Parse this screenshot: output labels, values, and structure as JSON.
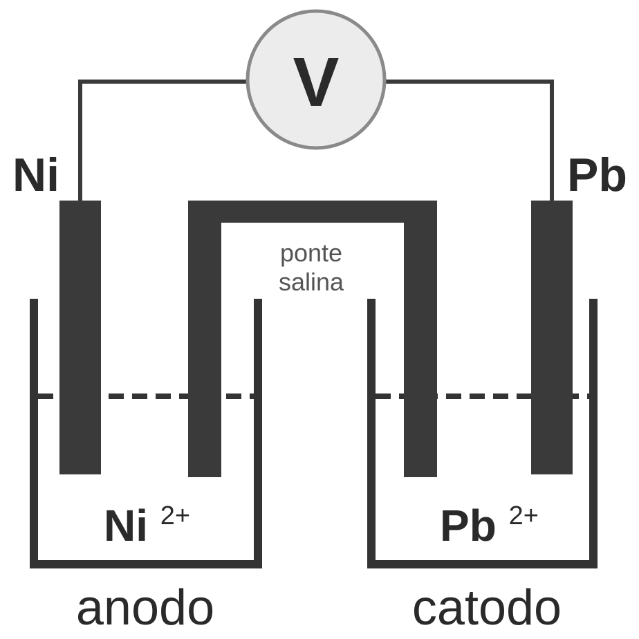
{
  "voltmeter": {
    "symbol": "V"
  },
  "electrodes": {
    "left": {
      "label": "Ni"
    },
    "right": {
      "label": "Pb"
    }
  },
  "salt_bridge": {
    "line1": "ponte",
    "line2": "salina"
  },
  "solutions": {
    "left": {
      "ion": "Ni",
      "charge": "2+"
    },
    "right": {
      "ion": "Pb",
      "charge": "2+"
    }
  },
  "captions": {
    "left": "anodo",
    "right": "catodo"
  }
}
